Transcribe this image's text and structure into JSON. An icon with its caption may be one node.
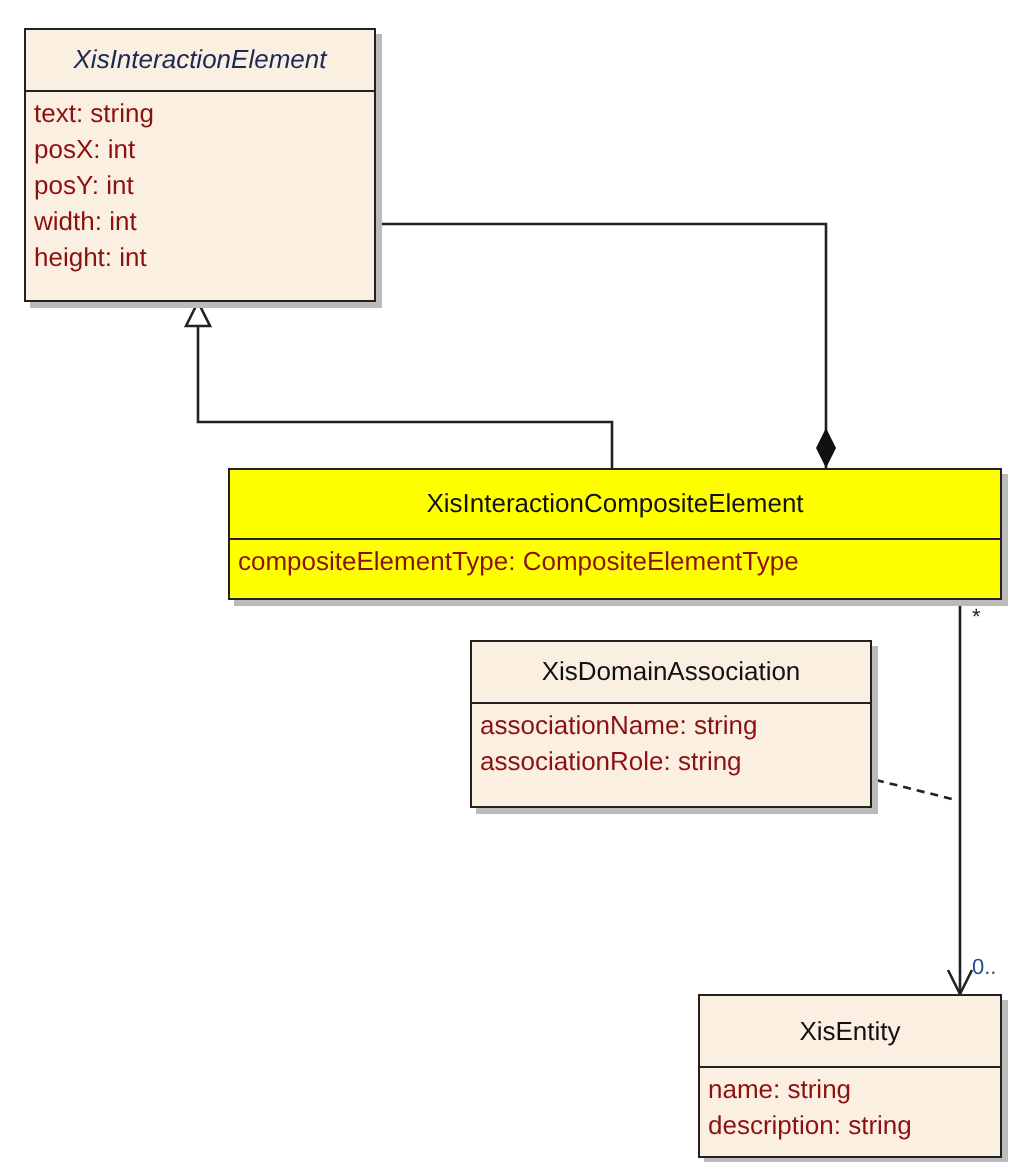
{
  "diagram": {
    "nodes": [
      {
        "text": [
          "XisInteractionElement",
          "text: string",
          "posX: int",
          "posY: int",
          "width: int",
          "height: int"
        ]
      },
      {
        "text": [
          "XisInteractionCompositeElement",
          "compositeElementType: CompositeElementType"
        ]
      },
      {
        "text": [
          "XisDomainAssociation",
          "associationName: string",
          "associationRole: string"
        ]
      },
      {
        "text": [
          "XisEntity",
          "name: string",
          "description: string"
        ]
      }
    ],
    "edges": [
      {
        "from": 1,
        "to": 0,
        "arrow": "to"
      },
      {
        "from": 0,
        "to": 1,
        "arrow": "other"
      },
      {
        "from": 1,
        "to": 3,
        "arrow": "to"
      },
      {
        "from": 2,
        "to": null,
        "arrow": "none",
        "style": "dashed"
      }
    ],
    "labels": [
      "*",
      "0.."
    ]
  }
}
